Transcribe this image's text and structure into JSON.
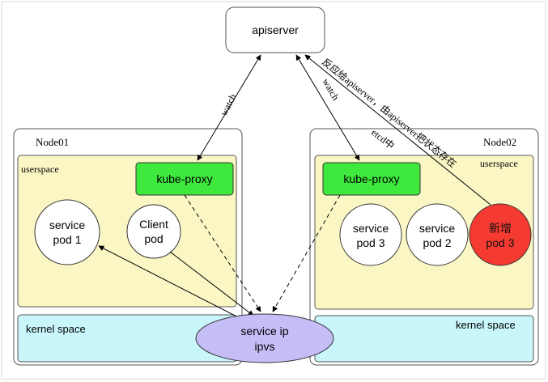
{
  "apiserver": {
    "label": "apiserver"
  },
  "labels": {
    "watch_left": "watch",
    "watch_right": "watch",
    "feedback_line1": "反应给apiserver，由apiserver把状态存在",
    "feedback_line2": "etcd中"
  },
  "node01": {
    "title": "Node01",
    "userspace": "userspace",
    "kube_proxy": "kube-proxy",
    "pod1_line1": "service",
    "pod1_line2": "pod 1",
    "client_line1": "Client",
    "client_line2": "pod",
    "kernel": "kernel space"
  },
  "node02": {
    "title": "Node02",
    "userspace": "userspace",
    "kube_proxy": "kube-proxy",
    "pod3_line1": "service",
    "pod3_line2": "pod 3",
    "pod2_line1": "service",
    "pod2_line2": "pod 2",
    "new_line1": "新增",
    "new_line2": "pod 3",
    "kernel": "kernel space"
  },
  "ipvs": {
    "line1": "service ip",
    "line2": "ipvs"
  },
  "colors": {
    "userspace_fill": "#fbf7c4",
    "kernel_fill": "#c9f6fb",
    "proxy_fill": "#3ee83c",
    "new_pod_fill": "#f53a32",
    "ipvs_fill": "#c4bdf6"
  }
}
